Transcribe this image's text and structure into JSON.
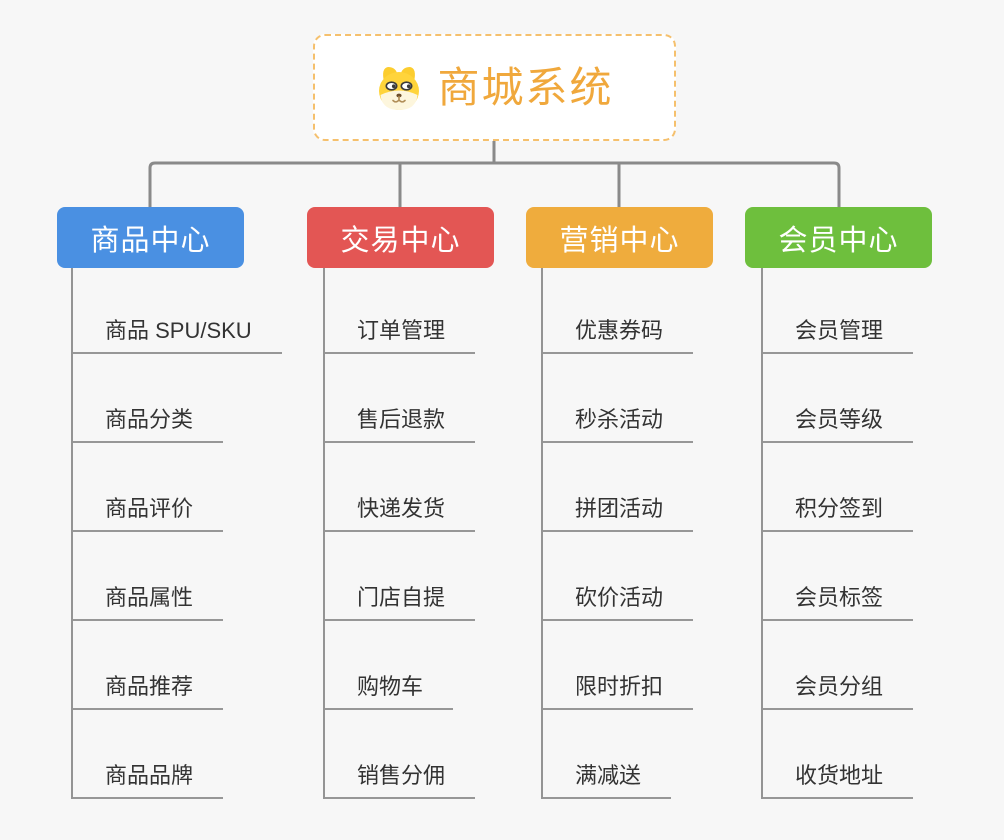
{
  "root": {
    "title": "商城系统",
    "icon": "dog-face-icon"
  },
  "branches": [
    {
      "label": "商品中心",
      "color": "#4a90e2",
      "items": [
        "商品 SPU/SKU",
        "商品分类",
        "商品评价",
        "商品属性",
        "商品推荐",
        "商品品牌"
      ]
    },
    {
      "label": "交易中心",
      "color": "#e35654",
      "items": [
        "订单管理",
        "售后退款",
        "快递发货",
        "门店自提",
        "购物车",
        "销售分佣"
      ]
    },
    {
      "label": "营销中心",
      "color": "#efac3d",
      "items": [
        "优惠券码",
        "秒杀活动",
        "拼团活动",
        "砍价活动",
        "限时折扣",
        "满减送"
      ]
    },
    {
      "label": "会员中心",
      "color": "#6ebf3d",
      "items": [
        "会员管理",
        "会员等级",
        "积分签到",
        "会员标签",
        "会员分组",
        "收货地址"
      ]
    }
  ],
  "colors": {
    "background": "#f7f7f7",
    "root_text": "#f0a83c",
    "root_border": "#f5c06d",
    "connector_line": "#8a8a8a",
    "leaf_line": "#979797",
    "leaf_text": "#333333"
  }
}
